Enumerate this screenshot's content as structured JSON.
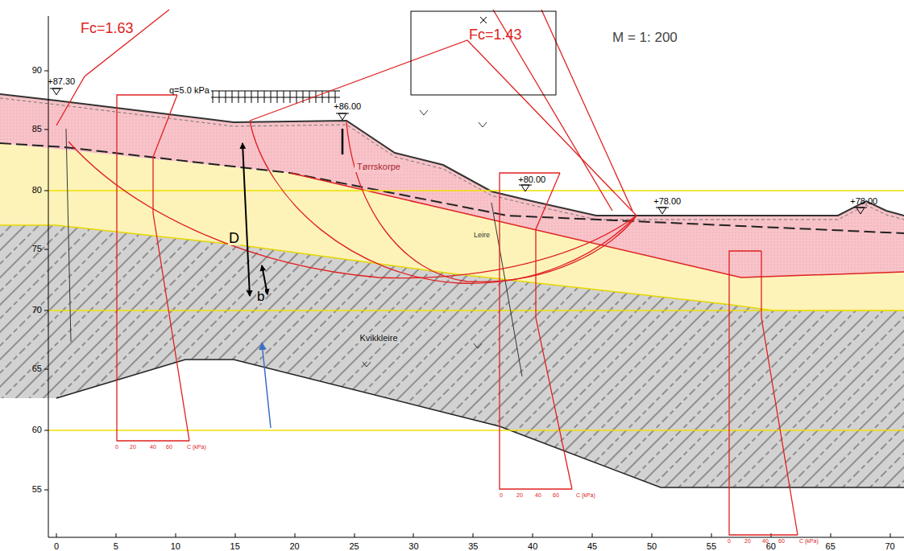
{
  "diagram": {
    "nodes": [
      {
        "text": [
          "Tørrskorpe"
        ]
      },
      {
        "text": [
          "Leire"
        ]
      },
      {
        "text": [
          "Kvikkleire"
        ]
      }
    ],
    "labels": [
      "Fc=1.63",
      "Fc=1.43",
      "M = 1: 200",
      "+87.30",
      "q=5.0 kPa",
      "+86.00",
      "+80.00",
      "+78.00",
      "+78.00",
      "D",
      "b",
      "90",
      "85",
      "80",
      "75",
      "70",
      "65",
      "60",
      "55",
      "0",
      "5",
      "10",
      "15",
      "20",
      "25",
      "30",
      "35",
      "40",
      "45",
      "50",
      "55",
      "60",
      "65",
      "70",
      "0",
      "20",
      "40",
      "60",
      "C (kPa)",
      "0",
      "20",
      "40",
      "60",
      "C (kPa)",
      "0",
      "20",
      "40",
      "60",
      "C (kPa)"
    ]
  }
}
